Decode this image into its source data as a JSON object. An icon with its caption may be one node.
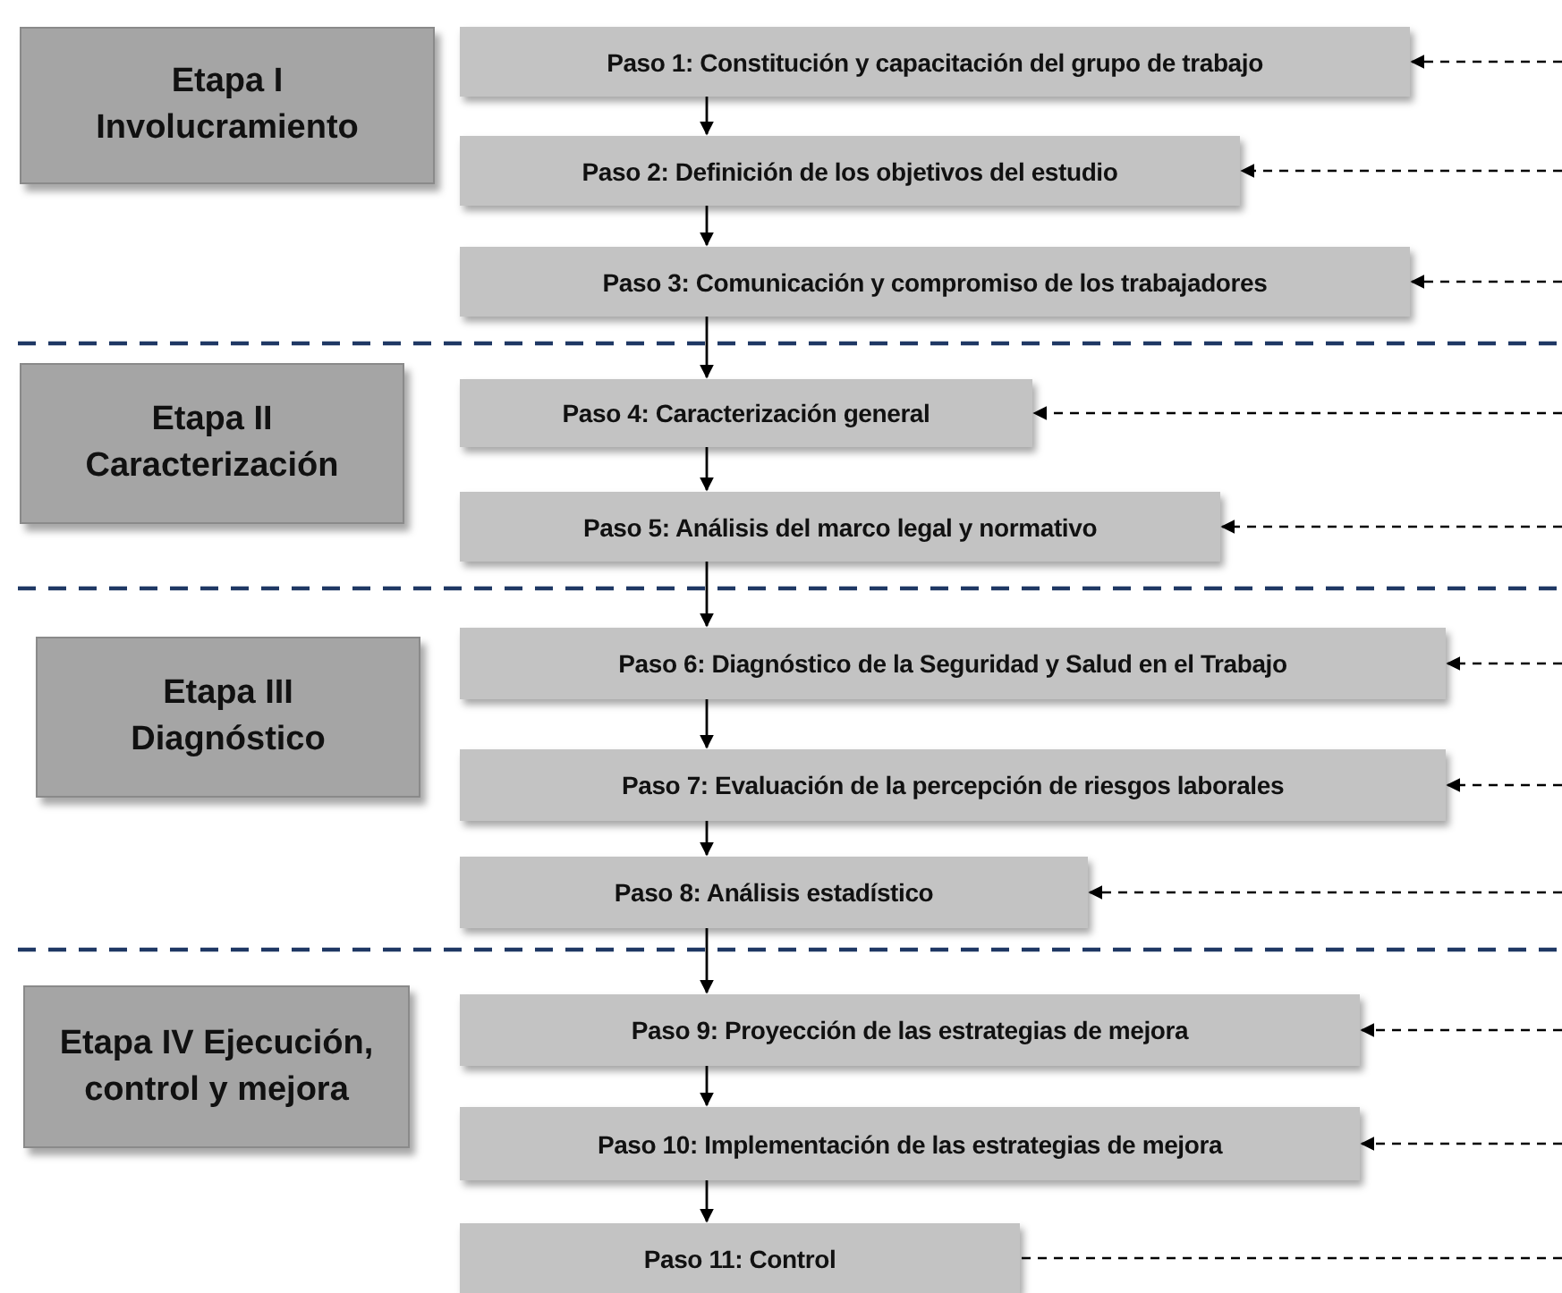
{
  "diagram": {
    "nodes": [
      {
        "text": [
          "Etapa I Involucramiento"
        ]
      },
      {
        "text": [
          "Paso 1: Constitución y capacitación del grupo de trabajo"
        ]
      },
      {
        "text": [
          "Paso 2: Definición de los objetivos del estudio"
        ]
      },
      {
        "text": [
          "Paso 3: Comunicación y compromiso de los trabajadores"
        ]
      },
      {
        "text": [
          "Etapa II Caracterización"
        ]
      },
      {
        "text": [
          "Paso 4: Caracterización general"
        ]
      },
      {
        "text": [
          "Paso 5: Análisis del marco legal y normativo"
        ]
      },
      {
        "text": [
          "Etapa III Diagnóstico"
        ]
      },
      {
        "text": [
          "Paso 6: Diagnóstico de la Seguridad y Salud en el Trabajo"
        ]
      },
      {
        "text": [
          "Paso 7: Evaluación de la percepción de riesgos laborales"
        ]
      },
      {
        "text": [
          "Paso 8: Análisis estadístico"
        ]
      },
      {
        "text": [
          "Etapa IV Ejecución, control y mejora"
        ]
      },
      {
        "text": [
          "Paso 9: Proyección  de las estrategias de mejora"
        ]
      },
      {
        "text": [
          "Paso 10: Implementación de las estrategias de mejora"
        ]
      },
      {
        "text": [
          "Paso 11: Control"
        ]
      }
    ],
    "edges": [
      {
        "from": 1,
        "to": 2,
        "arrow": "to"
      },
      {
        "from": 2,
        "to": 3,
        "arrow": "to"
      },
      {
        "from": 3,
        "to": 5,
        "arrow": "to"
      },
      {
        "from": 5,
        "to": 6,
        "arrow": "to"
      },
      {
        "from": 6,
        "to": 8,
        "arrow": "to"
      },
      {
        "from": 8,
        "to": 9,
        "arrow": "to"
      },
      {
        "from": 9,
        "to": 10,
        "arrow": "to"
      },
      {
        "from": 10,
        "to": 12,
        "arrow": "to"
      },
      {
        "from": 12,
        "to": 13,
        "arrow": "to"
      },
      {
        "from": 13,
        "to": 14,
        "arrow": "to"
      },
      {
        "from": null,
        "to": 1,
        "arrow": "to",
        "style": "dashed"
      },
      {
        "from": null,
        "to": 2,
        "arrow": "to",
        "style": "dashed"
      },
      {
        "from": null,
        "to": 3,
        "arrow": "to",
        "style": "dashed"
      },
      {
        "from": null,
        "to": 5,
        "arrow": "to",
        "style": "dashed"
      },
      {
        "from": null,
        "to": 6,
        "arrow": "to",
        "style": "dashed"
      },
      {
        "from": null,
        "to": 8,
        "arrow": "to",
        "style": "dashed"
      },
      {
        "from": null,
        "to": 9,
        "arrow": "to",
        "style": "dashed"
      },
      {
        "from": null,
        "to": 10,
        "arrow": "to",
        "style": "dashed"
      },
      {
        "from": null,
        "to": 12,
        "arrow": "to",
        "style": "dashed"
      },
      {
        "from": null,
        "to": 13,
        "arrow": "to",
        "style": "dashed"
      },
      {
        "from": 14,
        "to": null,
        "arrow": "none",
        "style": "dashed"
      }
    ]
  }
}
